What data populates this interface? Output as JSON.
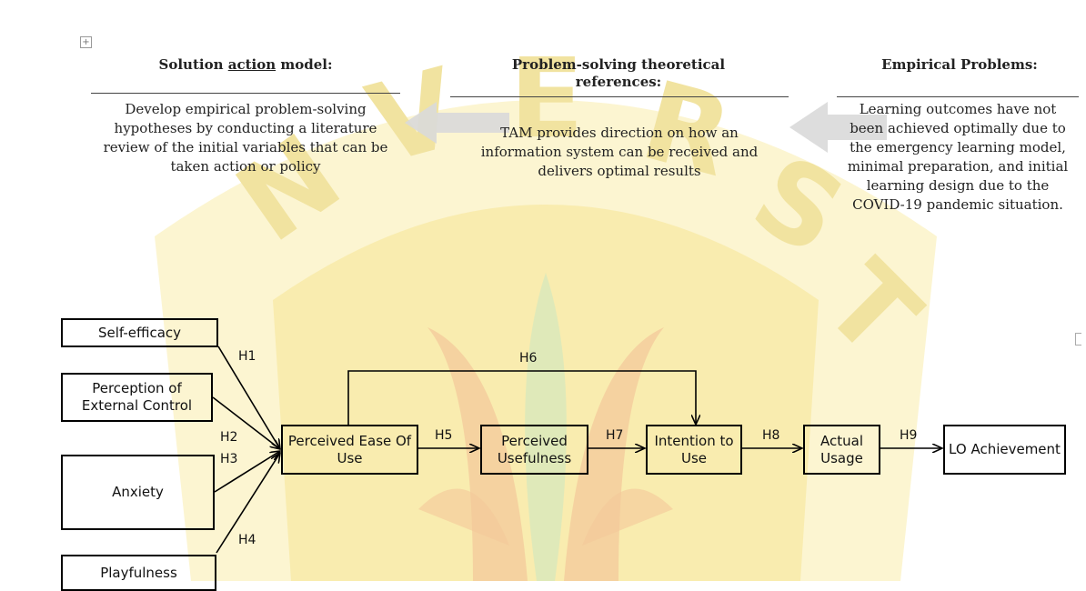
{
  "columns": {
    "solution": {
      "title_pre": "Solution ",
      "title_underlined": "action",
      "title_post": " model:",
      "body": "Develop empirical problem-solving hypotheses by conducting a literature review of the initial variables that can be taken action or policy"
    },
    "theory": {
      "title": "Problem-solving theoretical references:",
      "body": "TAM provides direction on how an information system can be received and delivers optimal results"
    },
    "empirical": {
      "title": "Empirical Problems:",
      "body": "Learning outcomes have not been achieved optimally due to the emergency learning model, minimal preparation, and initial learning design due to the COVID-19 pandemic situation."
    }
  },
  "diagram": {
    "nodes": {
      "self_efficacy": "Self-efficacy",
      "external_control": "Perception of External Control",
      "anxiety": "Anxiety",
      "playfulness": "Playfulness",
      "peou": "Perceived Ease Of Use",
      "pu": "Perceived Usefulness",
      "intention": "Intention to Use",
      "actual": "Actual Usage",
      "lo": "LO Achievement"
    },
    "hypotheses": {
      "h1": "H1",
      "h2": "H2",
      "h3": "H3",
      "h4": "H4",
      "h5": "H5",
      "h6": "H6",
      "h7": "H7",
      "h8": "H8",
      "h9": "H9"
    }
  },
  "colors": {
    "watermark_yellow": "#f7ecb0",
    "watermark_orange": "#f2b880",
    "watermark_green": "#cfe3b0",
    "arrow_gray": "#d9d9d9"
  }
}
